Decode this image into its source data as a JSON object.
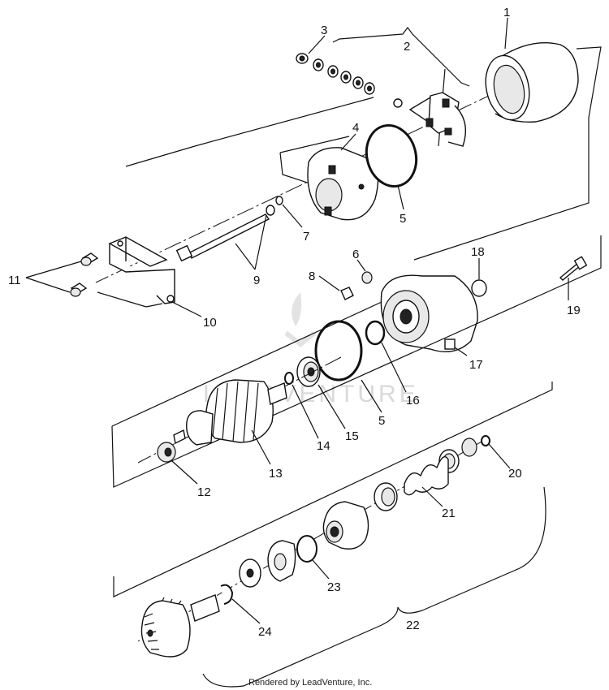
{
  "callouts": [
    "1",
    "2",
    "3",
    "4",
    "5",
    "6",
    "7",
    "8",
    "9",
    "10",
    "11",
    "12",
    "13",
    "14",
    "15",
    "16",
    "5",
    "17",
    "18",
    "19",
    "20",
    "21",
    "22",
    "23",
    "24"
  ],
  "watermark": "LEADVENTURE",
  "footer": "Rendered by LeadVenture, Inc."
}
